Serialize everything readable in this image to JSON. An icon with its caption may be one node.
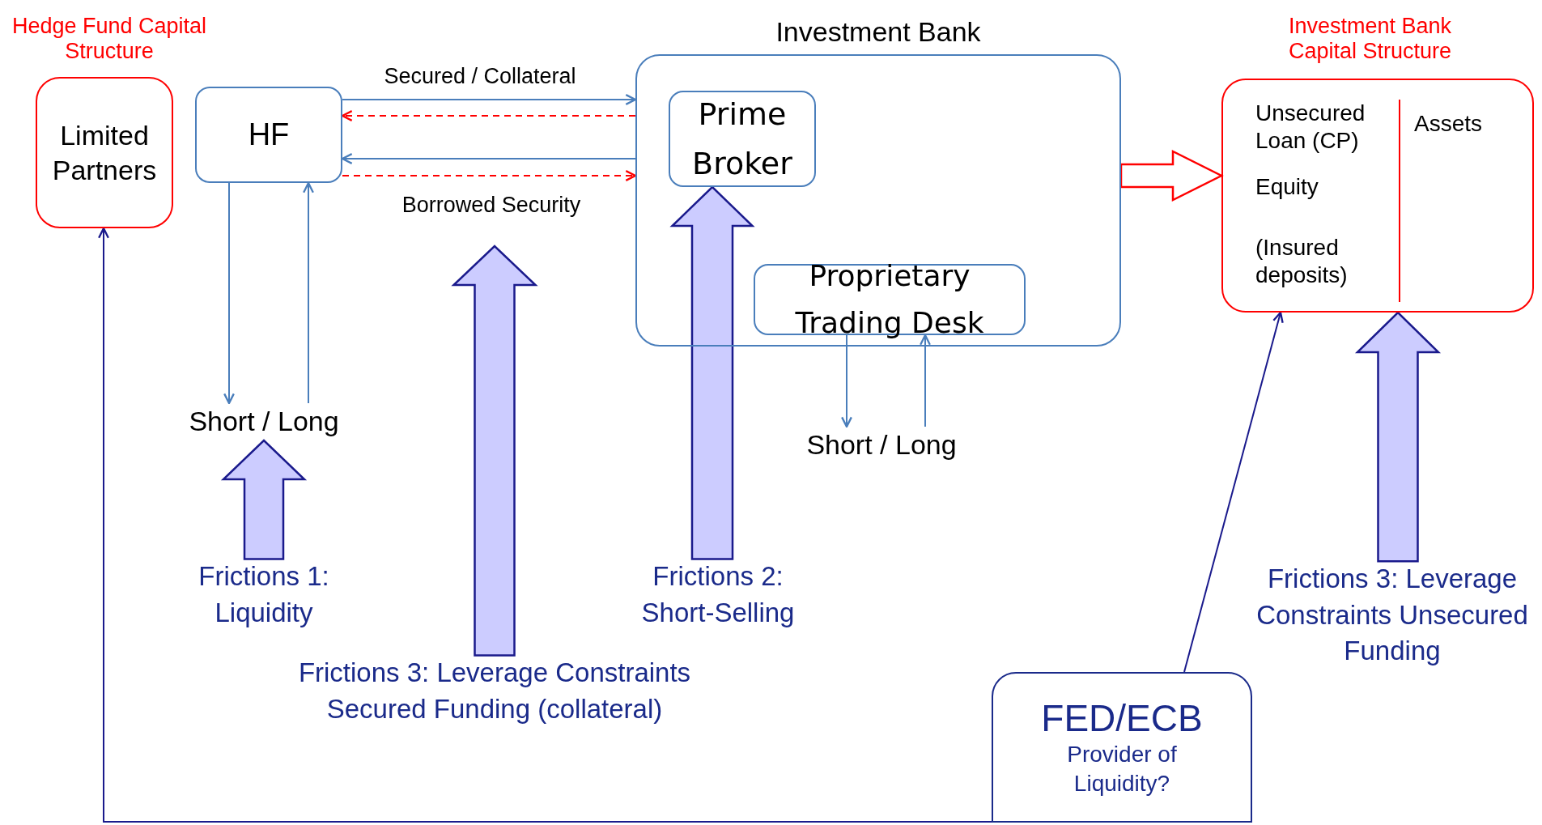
{
  "diagram": {
    "nodes": [
      {
        "text": [
          "Hedge Fund Capital Structure",
          "Limited Partners"
        ]
      },
      {
        "text": [
          "HF"
        ]
      },
      {
        "text": [
          "Investment Bank"
        ]
      },
      {
        "text": [
          "Prime Broker"
        ],
        "in": 2
      },
      {
        "text": [
          "Proprietary Trading Desk"
        ],
        "in": 2
      },
      {
        "text": [
          "Short / Long"
        ]
      },
      {
        "text": [
          "Short / Long"
        ]
      },
      {
        "text": [
          "Investment Bank Capital Structure",
          "Unsecured Loan (CP)",
          "Equity",
          "(Insured deposits)",
          "Assets"
        ]
      },
      {
        "text": [
          "FED/ECB",
          "Provider of Liquidity?"
        ]
      },
      {
        "text": [
          "Frictions 1: Liquidity"
        ]
      },
      {
        "text": [
          "Frictions 3: Leverage Constraints Secured Funding (collateral)"
        ]
      },
      {
        "text": [
          "Frictions 2: Short-Selling"
        ]
      },
      {
        "text": [
          "Frictions 3: Leverage Constraints Unsecured Funding"
        ]
      }
    ],
    "edges": [
      {
        "from": 1,
        "to": 2,
        "arrow": "to",
        "label": "Secured / Collateral"
      },
      {
        "from": 2,
        "to": 1,
        "arrow": "to",
        "style": "dashed",
        "color": "#ff0000"
      },
      {
        "from": 2,
        "to": 1,
        "arrow": "to",
        "label": "Borrowed Security"
      },
      {
        "from": 1,
        "to": 2,
        "arrow": "to",
        "style": "dashed",
        "color": "#ff0000"
      },
      {
        "from": 1,
        "to": 5,
        "arrow": "to"
      },
      {
        "from": 5,
        "to": 1,
        "arrow": "to"
      },
      {
        "from": 4,
        "to": 6,
        "arrow": "to"
      },
      {
        "from": 6,
        "to": 4,
        "arrow": "to"
      },
      {
        "from": 2,
        "to": 7,
        "arrow": "to",
        "style": "thick",
        "color": "#ff0000"
      },
      {
        "from": 9,
        "to": 5,
        "arrow": "to",
        "style": "thick",
        "color": "#ccccff"
      },
      {
        "from": 10,
        "to": null,
        "arrow": "to",
        "style": "thick",
        "color": "#ccccff"
      },
      {
        "from": 11,
        "to": 3,
        "arrow": "to",
        "style": "thick",
        "color": "#ccccff"
      },
      {
        "from": 12,
        "to": 7,
        "arrow": "to",
        "style": "thick",
        "color": "#ccccff"
      },
      {
        "from": 8,
        "to": 7,
        "arrow": "to",
        "color": "#1a1a8c"
      },
      {
        "from": 8,
        "to": 0,
        "arrow": "to",
        "color": "#1a1a8c"
      }
    ]
  }
}
